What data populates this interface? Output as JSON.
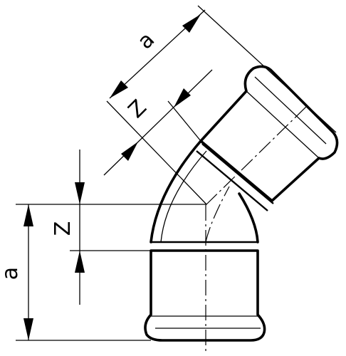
{
  "labels": {
    "a_diagonal": "a",
    "z_diagonal": "Z",
    "z_vertical": "Z",
    "a_vertical": "a"
  }
}
